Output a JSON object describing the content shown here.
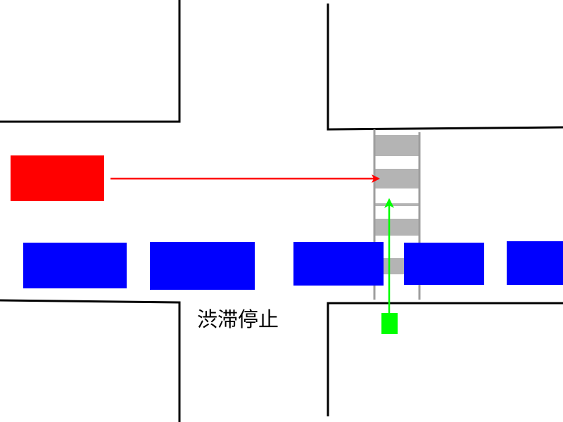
{
  "diagram": {
    "label": "渋滞停止",
    "colors": {
      "crossing_stripe": "#b4b4b4",
      "crossing_rail": "#9e9e9e",
      "red_car": "#ff0000",
      "blue_car": "#0000ff",
      "pedestrian": "#00ff00",
      "road_edge": "#000000"
    },
    "elements": {
      "red_car": "moving-car",
      "blue_cars": 5,
      "pedestrian": "pedestrian",
      "crosswalk": "crosswalk"
    }
  }
}
